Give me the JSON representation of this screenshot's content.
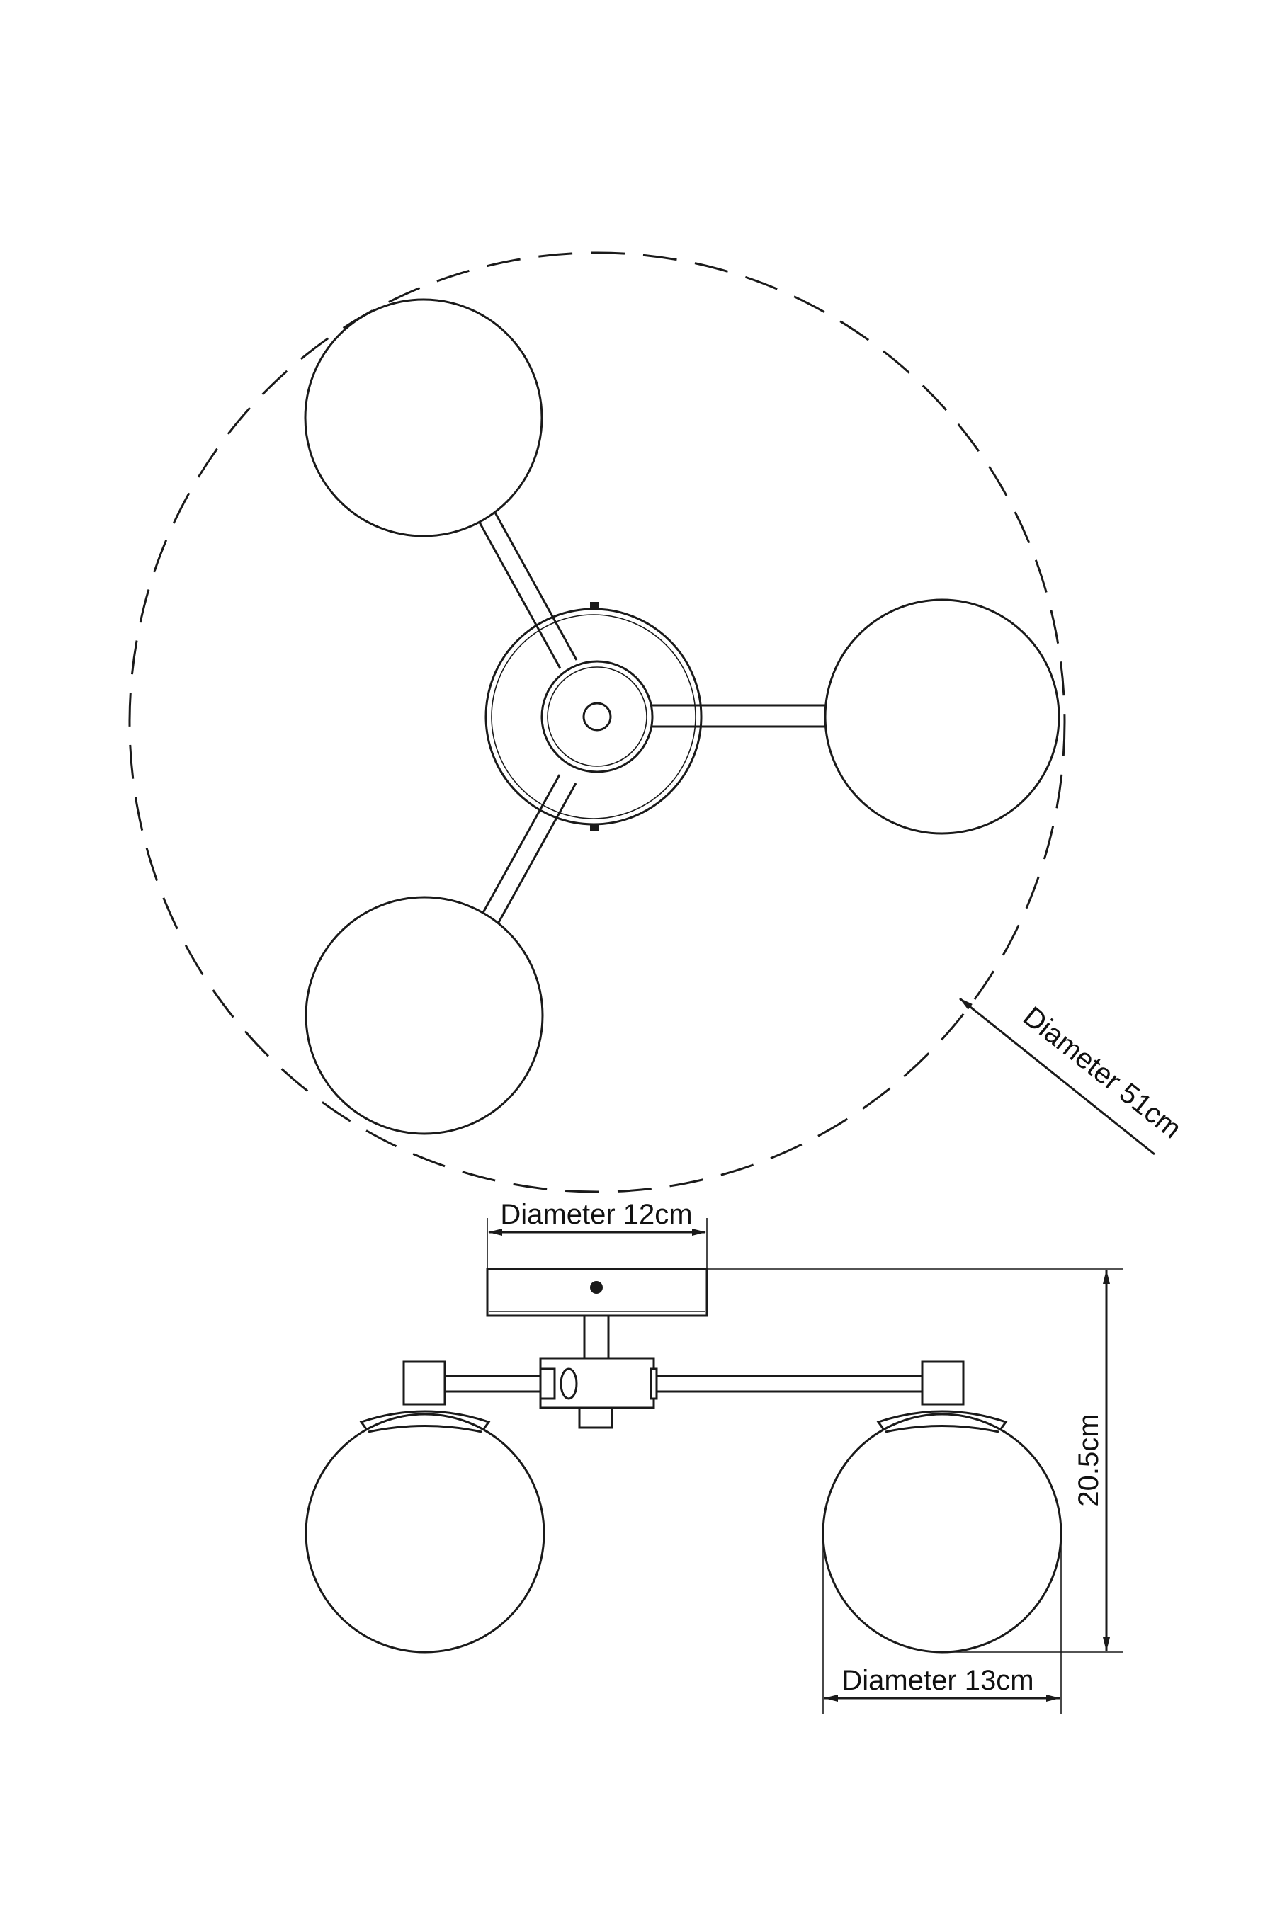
{
  "labels": {
    "overall_diameter": "Diameter 51cm",
    "canopy_diameter": "Diameter 12cm",
    "globe_diameter": "Diameter 13cm",
    "height": "20.5cm"
  }
}
